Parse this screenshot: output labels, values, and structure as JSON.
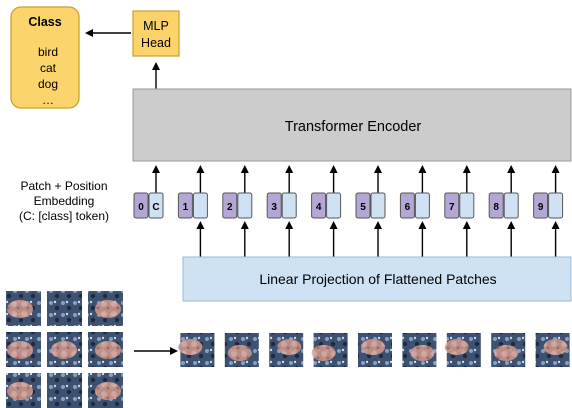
{
  "class_box": {
    "title": "Class",
    "items": [
      "bird",
      "cat",
      "dog",
      "…"
    ]
  },
  "mlp_head": {
    "line1": "MLP",
    "line2": "Head"
  },
  "encoder": {
    "label": "Transformer Encoder"
  },
  "projection": {
    "label": "Linear Projection of Flattened Patches"
  },
  "embedding_caption": {
    "line1": "Patch + Position",
    "line2": "Embedding",
    "line3": "(C: [class] token)"
  },
  "tokens": [
    {
      "position": "0",
      "kind": "class",
      "token_label": "C"
    },
    {
      "position": "1",
      "kind": "patch"
    },
    {
      "position": "2",
      "kind": "patch"
    },
    {
      "position": "3",
      "kind": "patch"
    },
    {
      "position": "4",
      "kind": "patch"
    },
    {
      "position": "5",
      "kind": "patch"
    },
    {
      "position": "6",
      "kind": "patch"
    },
    {
      "position": "7",
      "kind": "patch"
    },
    {
      "position": "8",
      "kind": "patch"
    },
    {
      "position": "9",
      "kind": "patch"
    }
  ],
  "colors": {
    "class_box_fill": "#fbd46b",
    "class_box_stroke": "#c9a227",
    "mlp_fill": "#fcd36b",
    "encoder_fill": "#cccccc",
    "projection_fill": "#cfe2f3",
    "position_fill": "#b4a7d6",
    "embedding_fill": "#cfe2f3",
    "arrow": "#000000"
  },
  "image_grid": {
    "rows": 3,
    "cols": 3
  }
}
